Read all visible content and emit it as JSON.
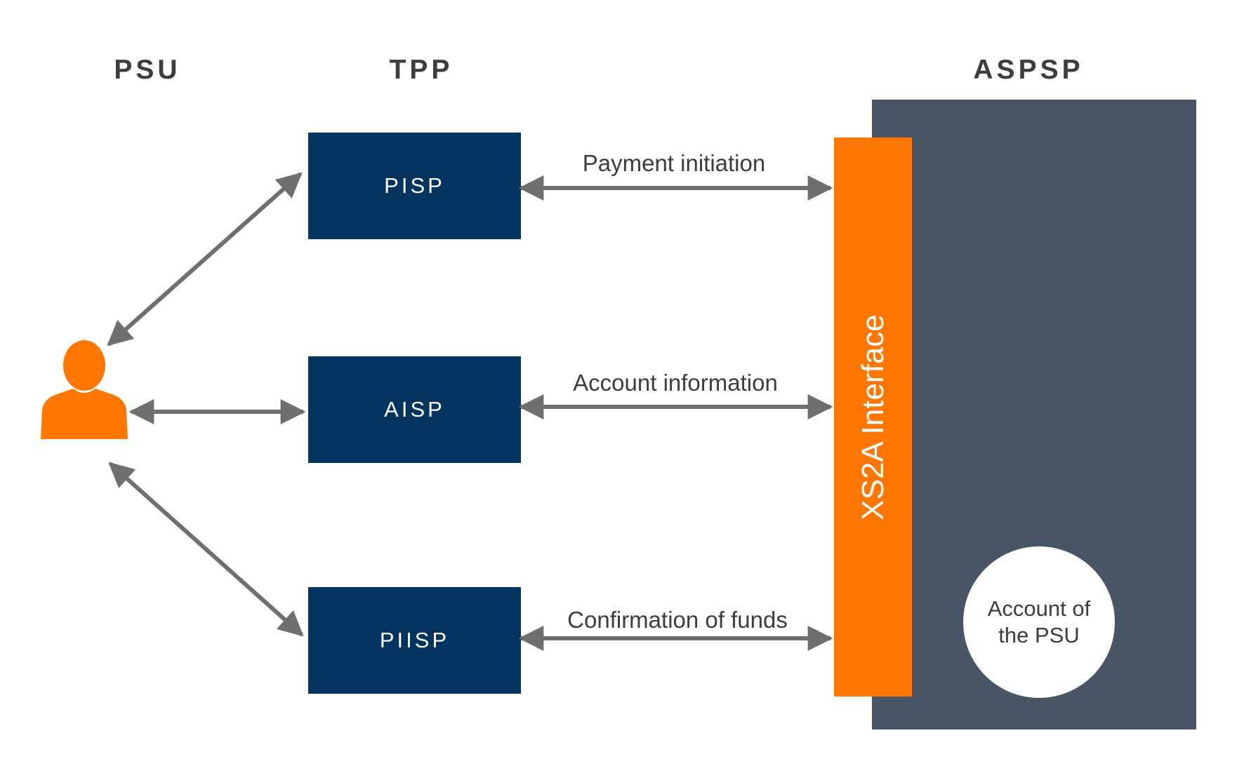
{
  "headers": {
    "psu": "PSU",
    "tpp": "TPP",
    "aspsp": "ASPSP"
  },
  "tpp_boxes": {
    "pisp": "PISP",
    "aisp": "AISP",
    "piisp": "PIISP"
  },
  "flows": {
    "payment": "Payment initiation",
    "account": "Account information",
    "funds": "Confirmation of funds"
  },
  "interface": {
    "label": "XS2A Interface"
  },
  "account_circle": {
    "line1": "Account of",
    "line2": "the PSU"
  },
  "colors": {
    "navy": "#03345f",
    "orange": "#ff7702",
    "slate": "#475565",
    "arrow": "#6f6f6f",
    "text": "#3d3d3d"
  },
  "icons": {
    "psu": "user-icon"
  }
}
